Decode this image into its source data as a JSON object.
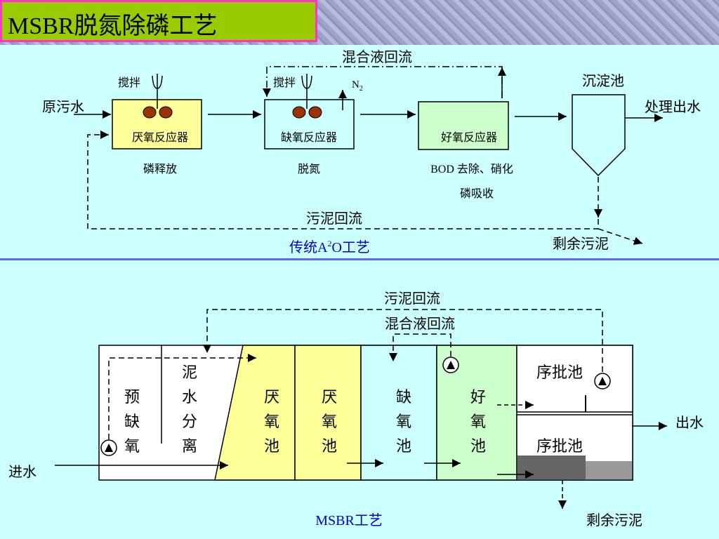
{
  "title": "MSBR脱氮除磷工艺",
  "a2o": {
    "caption": "传统A",
    "caption_sup": "2",
    "caption_tail": "O工艺",
    "mixed_return": "混合液回流",
    "sludge_return": "污泥回流",
    "influent": "原污水",
    "effluent": "处理出水",
    "excess_sludge": "剩余污泥",
    "stir1": "搅拌",
    "stir2": "搅拌",
    "n2_main": "N",
    "n2_sub": "2",
    "settler": "沉淀池",
    "anaerobic": "厌氧反应器",
    "anoxic": "缺氧反应器",
    "aerobic": "好氧反应器",
    "anaerobic_func": "磷释放",
    "anoxic_func": "脱氮",
    "aerobic_func1": "BOD 去除、硝化",
    "aerobic_func2": "磷吸收"
  },
  "msbr": {
    "caption": "MSBR工艺",
    "sludge_return": "污泥回流",
    "mixed_return": "混合液回流",
    "influent": "进水",
    "effluent": "出水",
    "excess_sludge": "剩余污泥",
    "pre_anoxic": [
      "预",
      "缺",
      "氧"
    ],
    "separation": [
      "泥",
      "水",
      "分",
      "离"
    ],
    "anaerobic1": [
      "厌",
      "氧",
      "池"
    ],
    "anaerobic2": [
      "厌",
      "氧",
      "池"
    ],
    "anoxic": [
      "缺",
      "氧",
      "池"
    ],
    "aerobic": [
      "好",
      "氧",
      "池"
    ],
    "sbr_top": "序批池",
    "sbr_bottom": "序批池"
  },
  "colors": {
    "background": "#ccffff",
    "title_bg": "#99cc00",
    "title_border": "#ff33cc",
    "anaerobic": "#ffff99",
    "aerobic": "#ccffcc",
    "divider": "#6666ff",
    "caption": "#0000cc"
  }
}
